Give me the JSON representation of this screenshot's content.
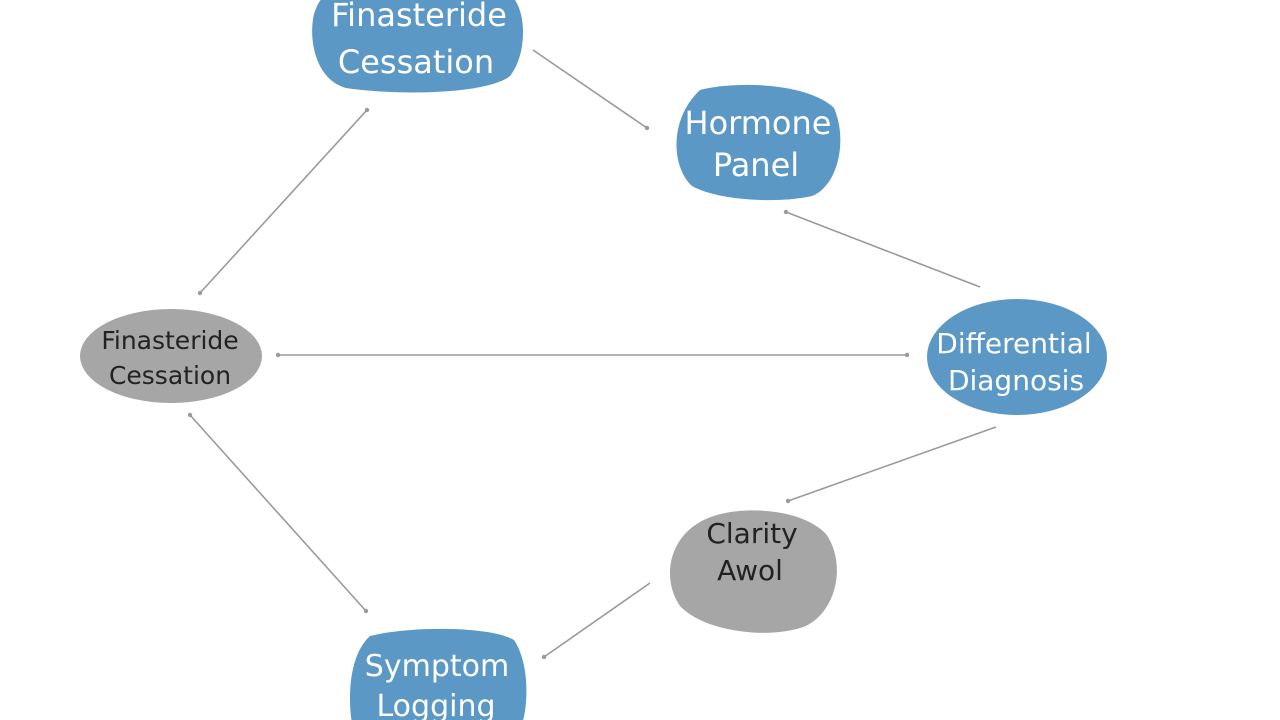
{
  "colors": {
    "node_blue": "#5b98c6",
    "node_gray": "#a6a6a6",
    "edge": "#9a9a9a",
    "text_on_blue": "#ffffff",
    "text_on_gray": "#222222"
  },
  "nodes": {
    "finasteride_top": {
      "line1": "Finasteride",
      "line2": "Cessation"
    },
    "hormone_panel": {
      "line1": "Hormone",
      "line2": "Panel"
    },
    "finasteride_left": {
      "line1": "Finasteride",
      "line2": "Cessation"
    },
    "differential_diagnosis": {
      "line1": "Differential",
      "line2": "Diagnosis"
    },
    "clarity_awol": {
      "line1": "Clarity",
      "line2": "Awol"
    },
    "symptom_logging": {
      "line1": "Symptom",
      "line2": "Logging"
    }
  }
}
